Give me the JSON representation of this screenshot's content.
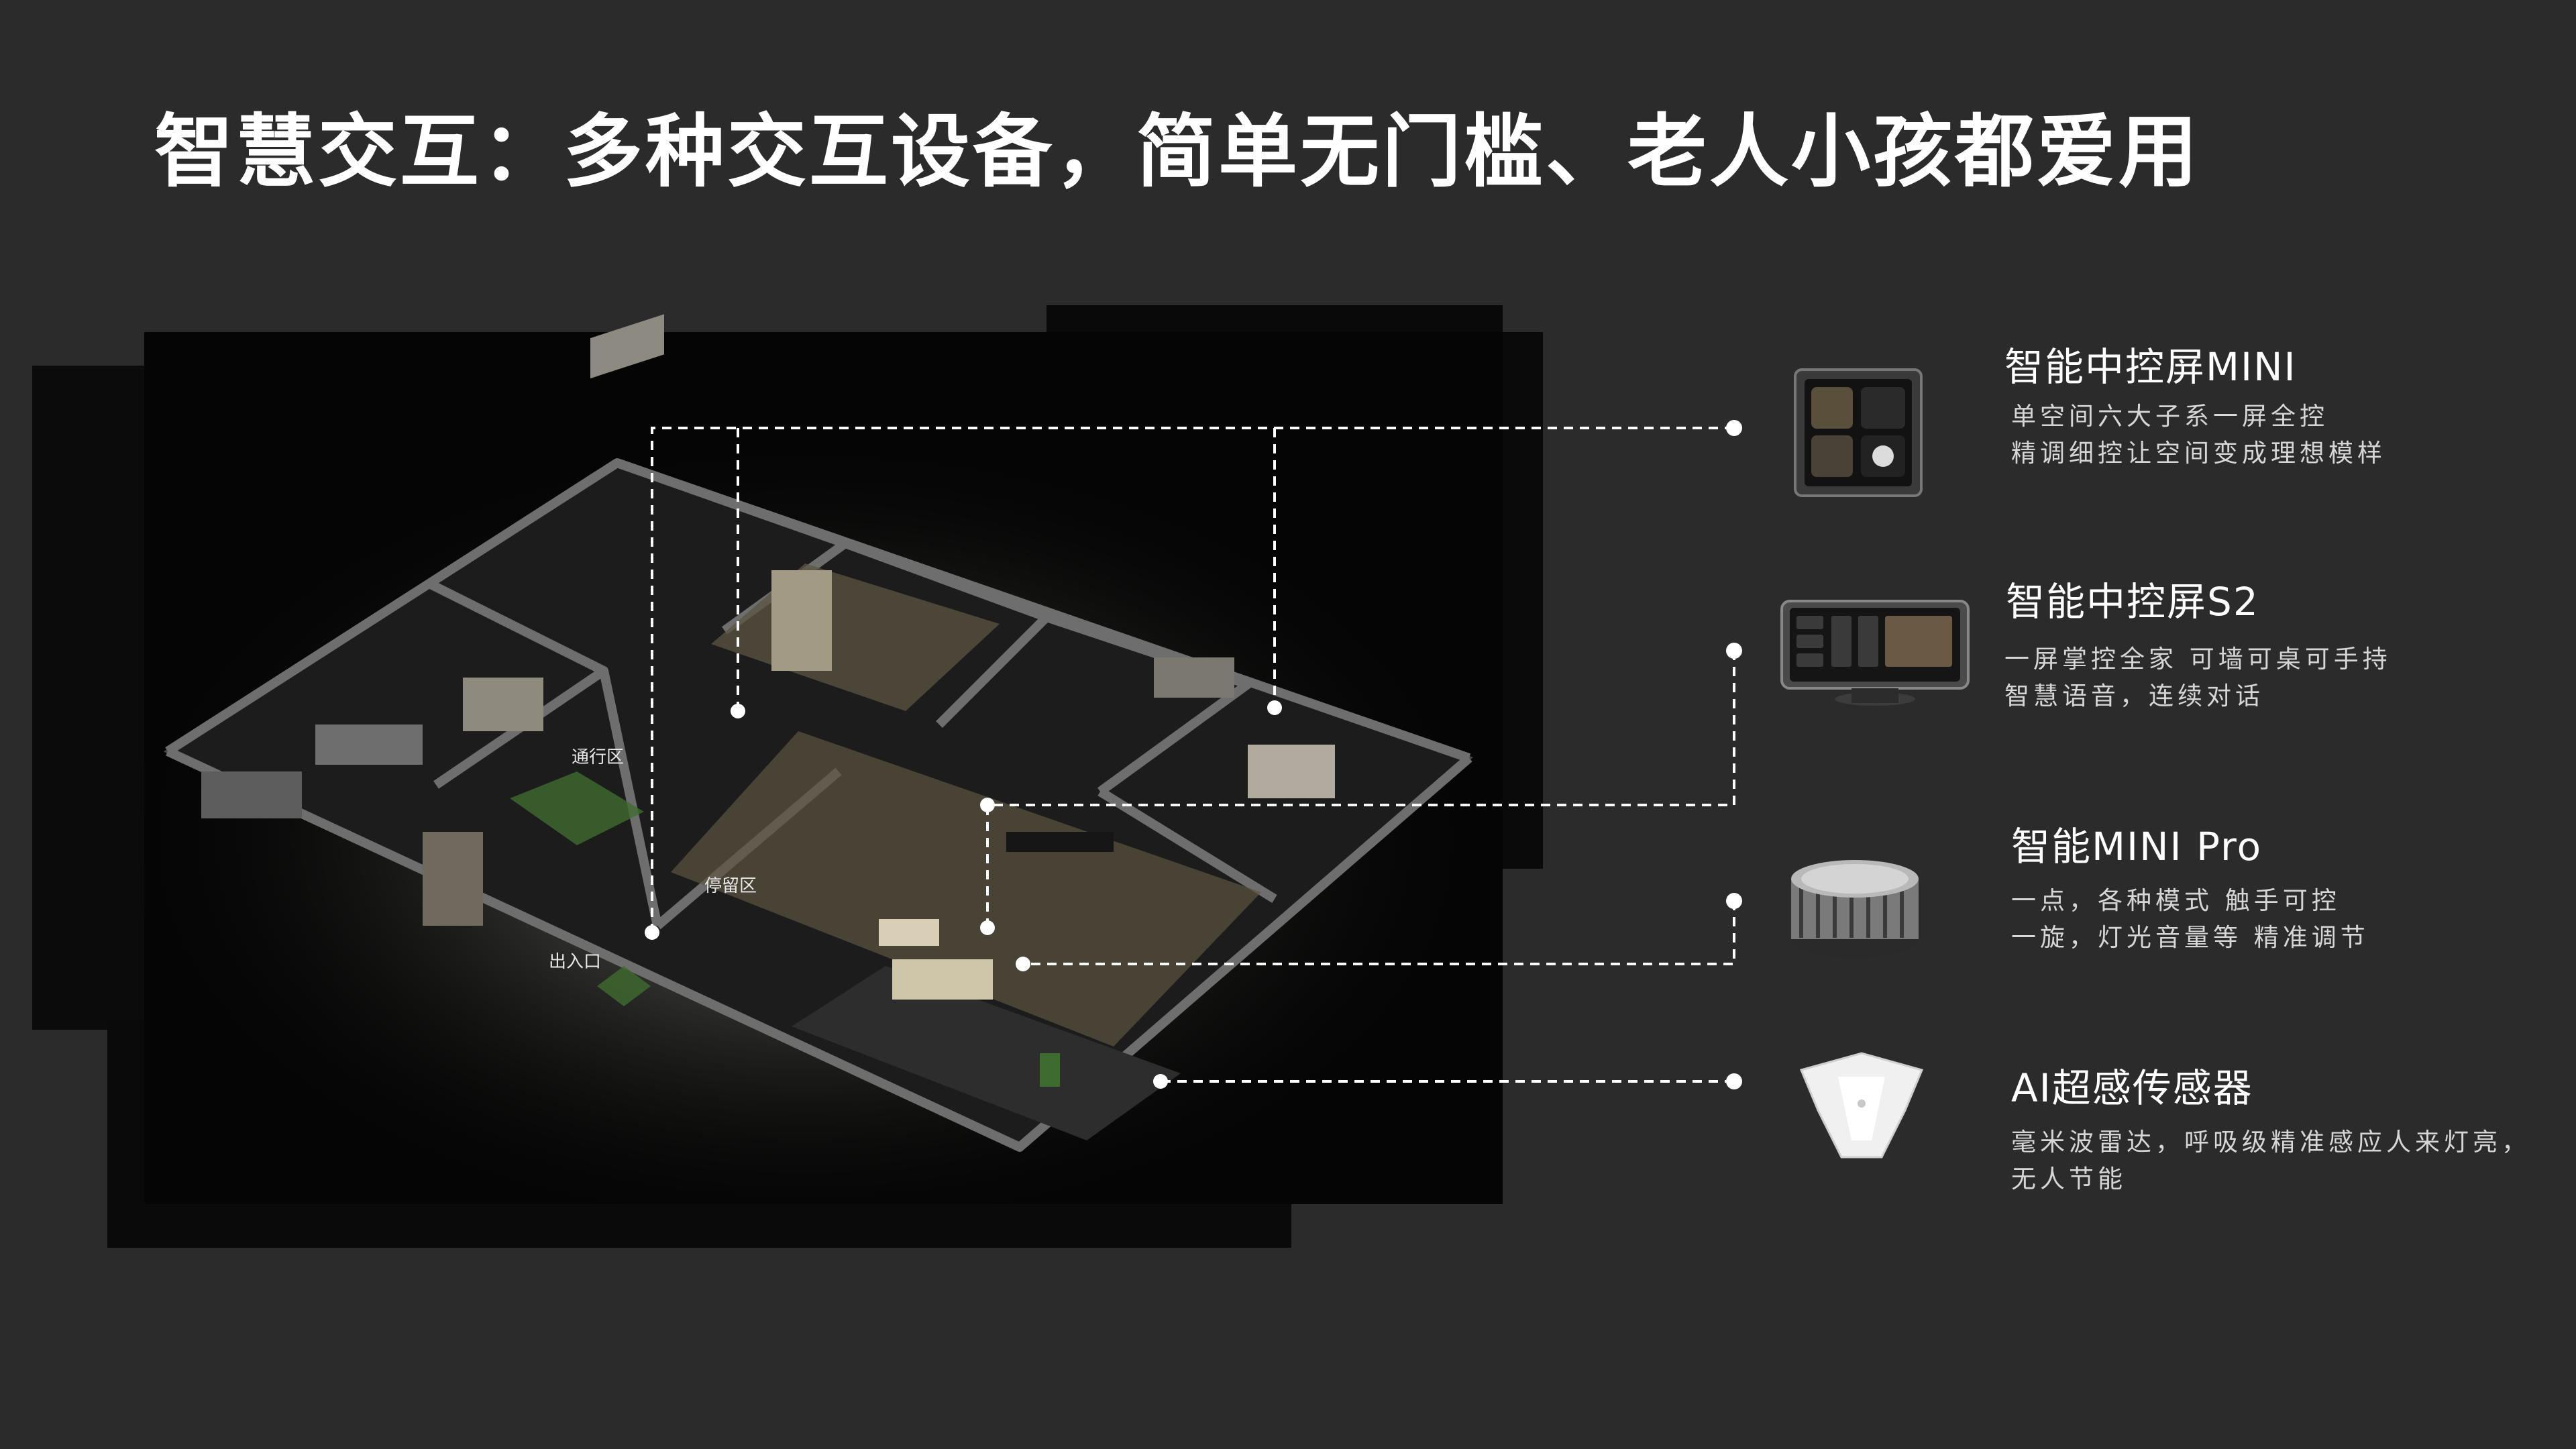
{
  "title": "智慧交互：多种交互设备，简单无门槛、老人小孩都爱用",
  "floorplan": {
    "zones": {
      "passage": "通行区",
      "stay": "停留区",
      "entrance": "出入口"
    }
  },
  "devices": [
    {
      "name": "智能中控屏MINI",
      "desc_line1": "单空间六大子系一屏全控",
      "desc_line2": "精调细控让空间变成理想模样",
      "icon": "wall-panel-icon"
    },
    {
      "name": "智能中控屏S2",
      "desc_line1": "一屏掌控全家 可墙可桌可手持",
      "desc_line2": "智慧语音，连续对话",
      "icon": "tablet-stand-icon"
    },
    {
      "name": "智能MINI Pro",
      "desc_line1": "一点，各种模式 触手可控",
      "desc_line2": "一旋，灯光音量等 精准调节",
      "icon": "knob-icon"
    },
    {
      "name": "AI超感传感器",
      "desc_line1": "毫米波雷达，呼吸级精准感应人来灯亮，",
      "desc_line2": "无人节能",
      "icon": "sensor-icon"
    }
  ],
  "colors": {
    "background": "#2b2b2b",
    "panel": "#050505",
    "title": "#ffffff",
    "connector": "#ffffff",
    "zone_highlight": "#5b5440"
  }
}
